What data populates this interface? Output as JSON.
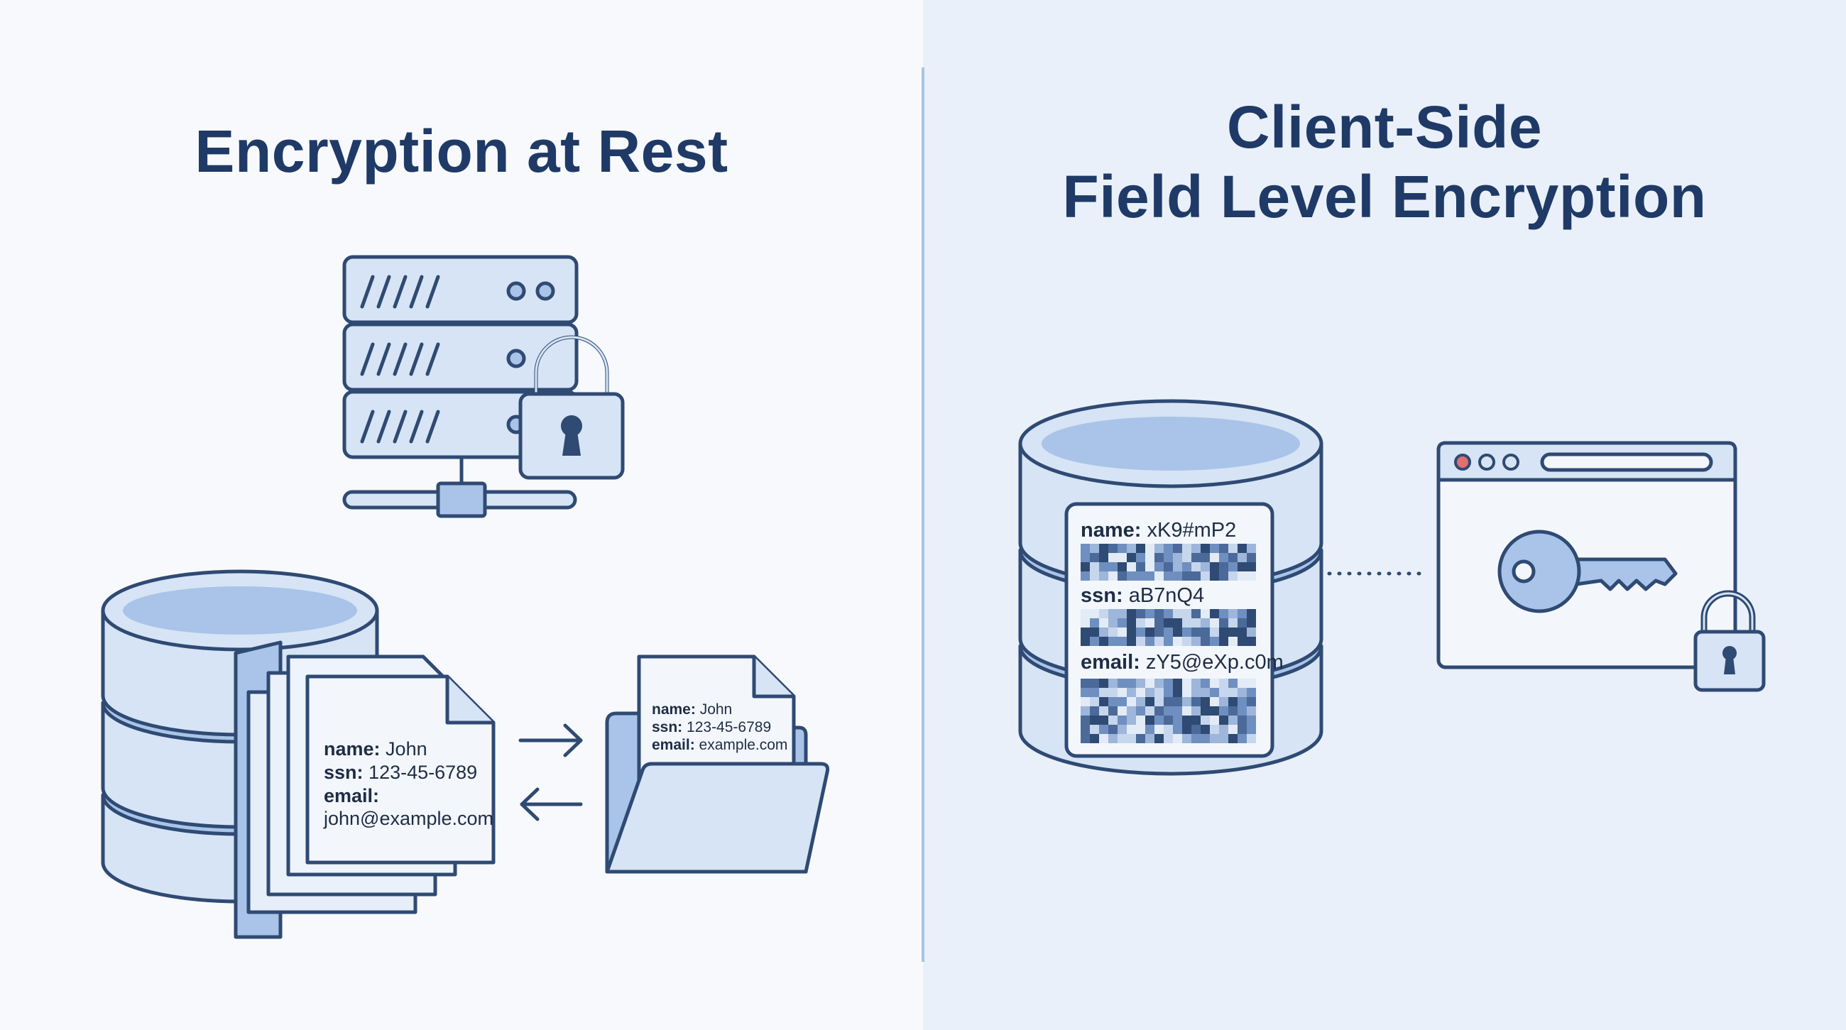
{
  "left_panel": {
    "title": "Encryption at Rest",
    "document_card": {
      "name_label": "name:",
      "name_value": "John",
      "ssn_label": "ssn:",
      "ssn_value": "123-45-6789",
      "email_label": "email:",
      "email_value": "john@example.com"
    },
    "folder_card": {
      "name_label": "name:",
      "name_value": "John",
      "ssn_label": "ssn:",
      "ssn_value": "123-45-6789",
      "email_label": "email:",
      "email_value": "example.com"
    }
  },
  "right_panel": {
    "title_line1": "Client-Side",
    "title_line2": "Field Level Encryption",
    "encrypted_card": {
      "name_label": "name:",
      "name_value": "xK9#mP2",
      "ssn_label": "ssn:",
      "ssn_value": "aB7nQ4",
      "email_label": "email:",
      "email_value": "zY5@eXp.c0m"
    }
  },
  "icons": [
    "server-rack-icon",
    "padlock-icon",
    "network-connector-icon",
    "database-icon",
    "document-stack-icon",
    "folder-icon",
    "arrow-right-icon",
    "arrow-left-icon",
    "browser-window-icon",
    "key-icon",
    "dotted-connector"
  ],
  "colors": {
    "outline": "#2f4a73",
    "fill_light": "#d6e4f5",
    "fill_mid": "#a9c4e8",
    "title": "#1f3a66",
    "left_background": "#f7f9fc",
    "right_background": "#e9f0f9",
    "browser_dot_red": "#e06f6f"
  }
}
